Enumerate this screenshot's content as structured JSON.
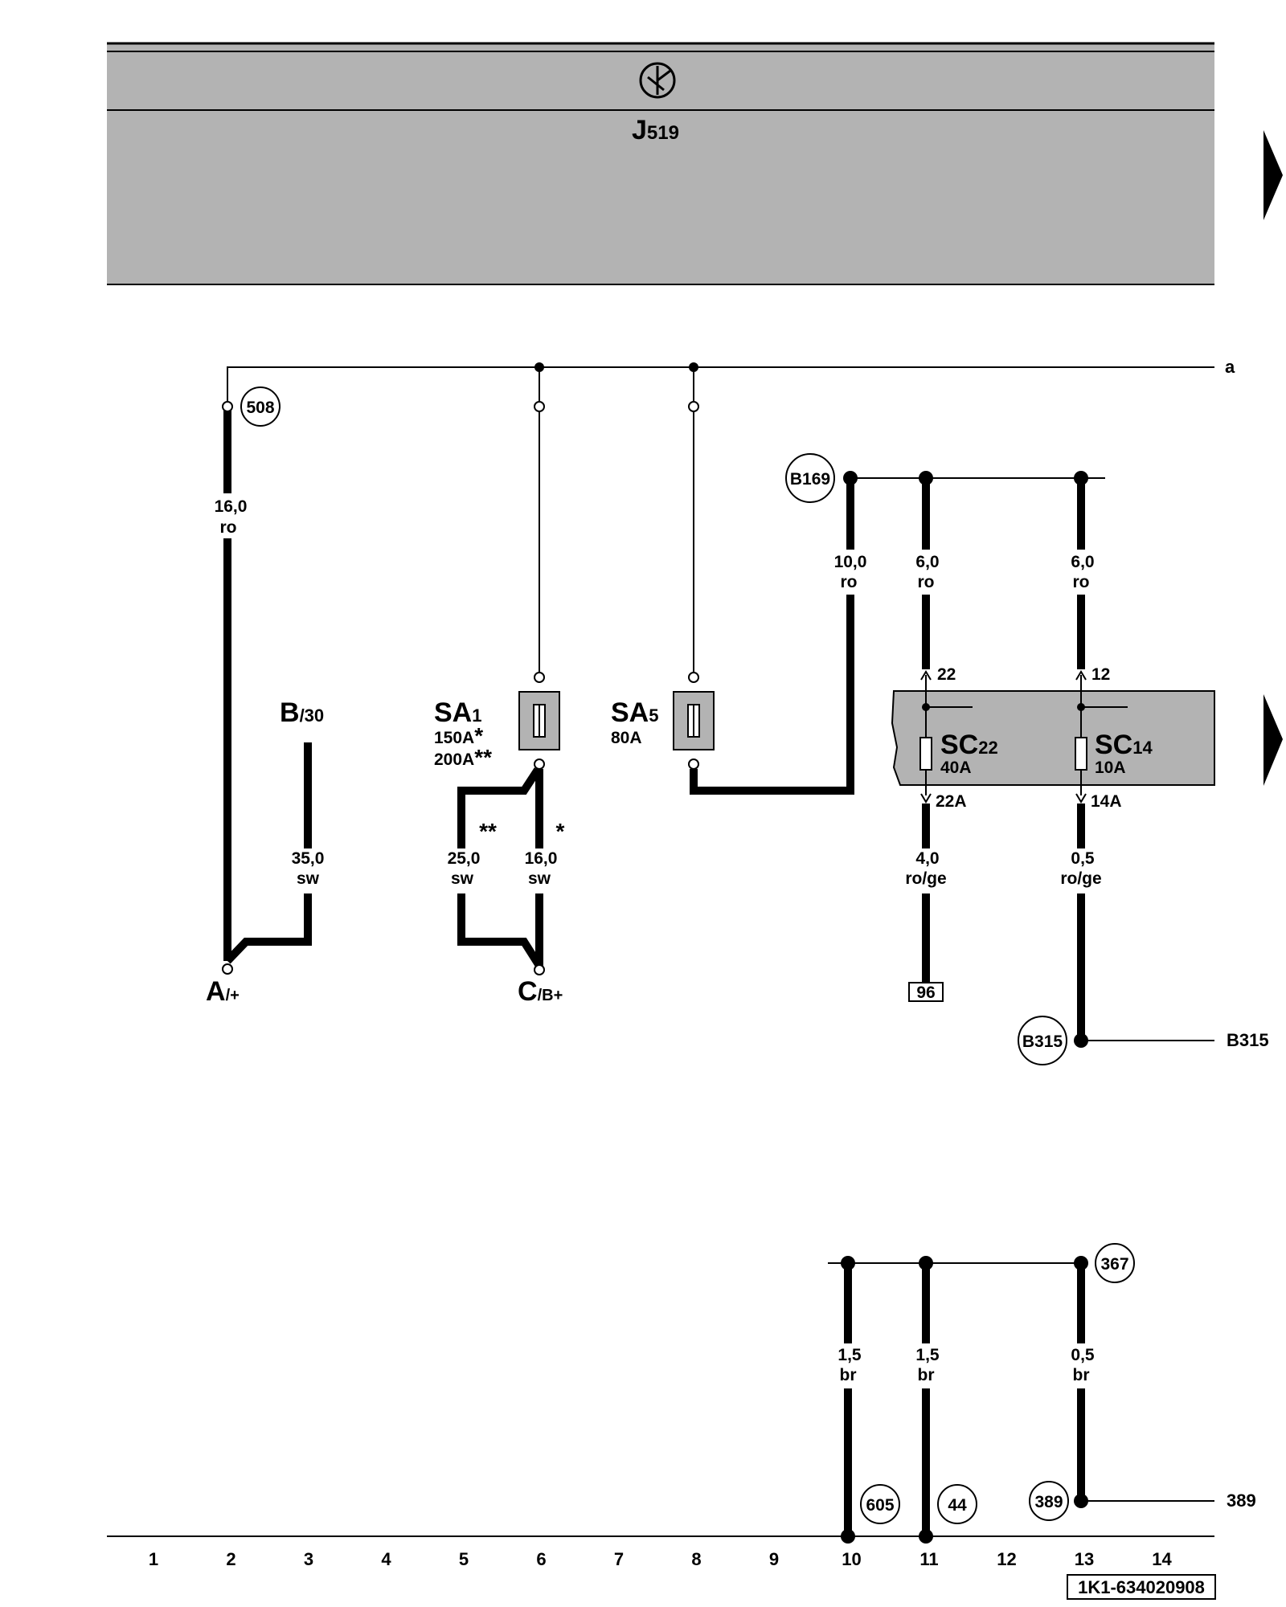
{
  "header": {
    "component": "J",
    "component_sub": "519",
    "ground_symbol": "ground-symbol-icon"
  },
  "bus": {
    "label": "a"
  },
  "connectors": {
    "A": {
      "main": "A",
      "sub": "/+"
    },
    "B": {
      "main": "B",
      "sub": "/30"
    },
    "C": {
      "main": "C",
      "sub": "/B+"
    }
  },
  "fuses": {
    "SA1": {
      "main": "SA",
      "sub": "1",
      "rating1": "150A",
      "mark1": "*",
      "rating2": "200A",
      "mark2": "**"
    },
    "SA5": {
      "main": "SA",
      "sub": "5",
      "rating": "80A"
    },
    "SC22": {
      "main": "SC",
      "sub": "22",
      "rating": "40A",
      "pin_in": "22",
      "pin_out": "22A"
    },
    "SC14": {
      "main": "SC",
      "sub": "14",
      "rating": "10A",
      "pin_in": "12",
      "pin_out": "14A"
    }
  },
  "wires": {
    "w_a": {
      "size": "16,0",
      "color": "ro"
    },
    "w_b": {
      "size": "35,0",
      "color": "sw"
    },
    "w_c25": {
      "size": "25,0",
      "color": "sw",
      "mark": "**"
    },
    "w_c16": {
      "size": "16,0",
      "color": "sw",
      "mark": "*"
    },
    "w_b169": {
      "size": "10,0",
      "color": "ro"
    },
    "w_sc22_in": {
      "size": "6,0",
      "color": "ro"
    },
    "w_sc14_in": {
      "size": "6,0",
      "color": "ro"
    },
    "w_sc22_out": {
      "size": "4,0",
      "color": "ro/ge"
    },
    "w_sc14_out": {
      "size": "0,5",
      "color": "ro/ge"
    },
    "w_g10": {
      "size": "1,5",
      "color": "br"
    },
    "w_g11": {
      "size": "1,5",
      "color": "br"
    },
    "w_g13": {
      "size": "0,5",
      "color": "br"
    }
  },
  "points": {
    "p508": "508",
    "b169": "B169",
    "b315": "B315",
    "p367": "367",
    "p605": "605",
    "p44": "44",
    "p389": "389"
  },
  "refs": {
    "box96": "96",
    "b315_out": "B315",
    "ref389": "389"
  },
  "grid": [
    "1",
    "2",
    "3",
    "4",
    "5",
    "6",
    "7",
    "8",
    "9",
    "10",
    "11",
    "12",
    "13",
    "14"
  ],
  "doc_id": "1K1-634020908"
}
